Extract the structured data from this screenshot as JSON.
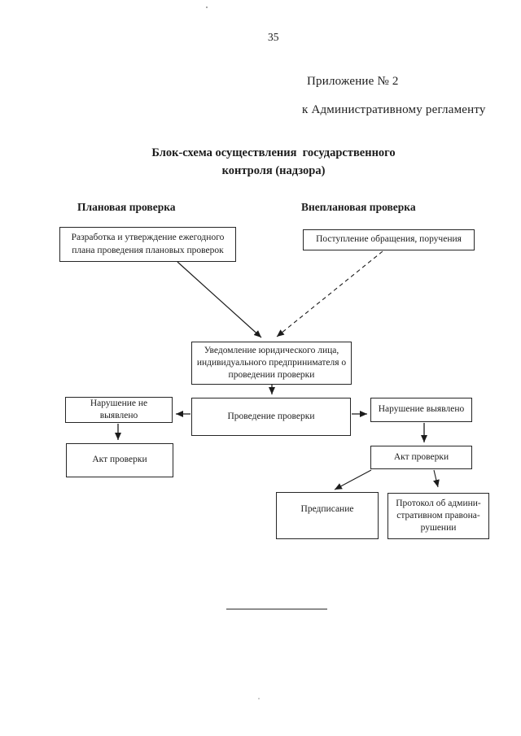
{
  "colors": {
    "background": "#ffffff",
    "ink": "#1c1c1c",
    "line": "#1c1c1c"
  },
  "page": {
    "number": "35",
    "appendix": {
      "line1": "Приложение № 2",
      "line2": "к Административному регламенту"
    },
    "title": {
      "line1": "Блок-схема осуществления  государственного",
      "line2": "контроля (надзора)"
    }
  },
  "flowchart": {
    "headers": {
      "left": "Плановая проверка",
      "right": "Внеплановая проверка"
    },
    "nodes": {
      "plan": "Разработка и утверждение ежегодного плана проведения плановых проверок",
      "request": "Поступление обращения, поручения",
      "notification": "Уведомление юридического лица, индивидуального предпринимателя о проведении проверки",
      "no_violation": "Нарушение не выявлено",
      "inspection": "Проведение проверки",
      "violation": "Нарушение выявлено",
      "act_no_violation": "Акт проверки",
      "act_violation": "Акт проверки",
      "prescription": "Предписание",
      "protocol": {
        "line1": "Протокол об админи-",
        "line2": "стративном правона-",
        "line3": "рушении"
      }
    }
  }
}
